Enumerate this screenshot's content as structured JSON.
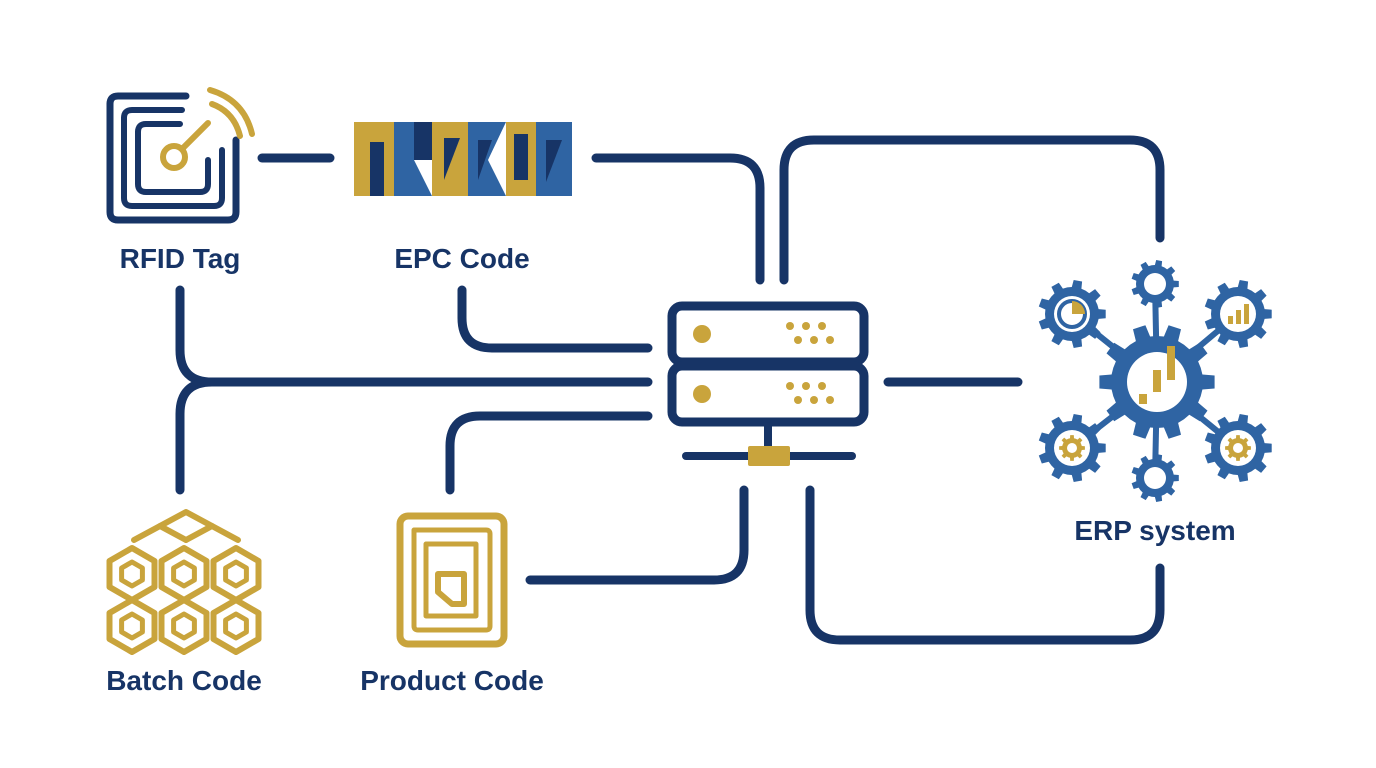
{
  "colors": {
    "navy": "#173466",
    "blue": "#2F64A3",
    "gold": "#C9A43C",
    "background": "#FFFFFF"
  },
  "nodes": {
    "rfid_tag": {
      "label": "RFID Tag",
      "icon": "rfid-tag-icon"
    },
    "epc_code": {
      "label": "EPC Code",
      "icon": "epc-barcode-icon"
    },
    "batch_code": {
      "label": "Batch Code",
      "icon": "hexagon-cluster-icon"
    },
    "product_code": {
      "label": "Product Code",
      "icon": "product-chip-icon"
    },
    "server": {
      "icon": "server-stack-icon"
    },
    "erp_system": {
      "label": "ERP system",
      "icon": "gear-network-icon"
    }
  }
}
